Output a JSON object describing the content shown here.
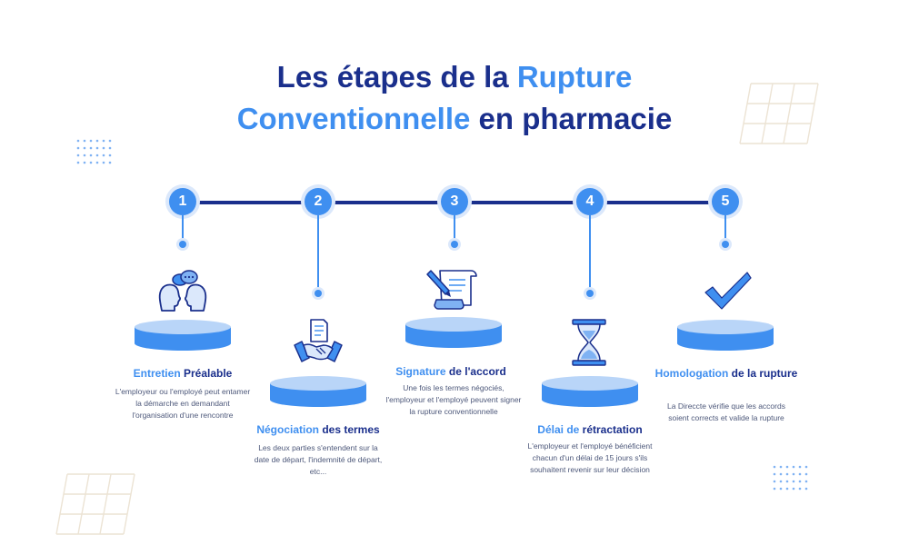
{
  "title": {
    "line1_part1": "Les étapes de la ",
    "line1_accent": "Rupture",
    "line2_accent": "Conventionnelle",
    "line2_part2": " en pharmacie"
  },
  "colors": {
    "navy": "#1a2f8c",
    "accent": "#3f8ff0",
    "text": "#4d587a"
  },
  "steps": [
    {
      "number": "1",
      "icon": "dialogue-heads-icon",
      "title_accent": "Entretien",
      "title_rest": " Préalable",
      "description": "L'employeur ou l'employé peut entamer la démarche en demandant l'organisation d'une rencontre"
    },
    {
      "number": "2",
      "icon": "handshake-contract-icon",
      "title_accent": "Négociation",
      "title_rest": " des termes",
      "description": "Les deux parties s'entendent sur la date de départ, l'indemnité de départ, etc..."
    },
    {
      "number": "3",
      "icon": "signing-scroll-icon",
      "title_accent": "Signature",
      "title_rest": " de l'accord",
      "description": "Une fois les termes négociés, l'employeur et l'employé peuvent signer la rupture conventionnelle"
    },
    {
      "number": "4",
      "icon": "hourglass-icon",
      "title_accent": "Délai de",
      "title_rest": " rétractation",
      "description": "L'employeur et l'employé bénéficient chacun d'un délai de 15 jours s'ils souhaitent revenir sur leur décision"
    },
    {
      "number": "5",
      "icon": "checkmark-icon",
      "title_accent": "Homologation",
      "title_rest": " de la rupture",
      "description": "La Direccte vérifie que les accords soient corrects et valide la rupture"
    }
  ]
}
